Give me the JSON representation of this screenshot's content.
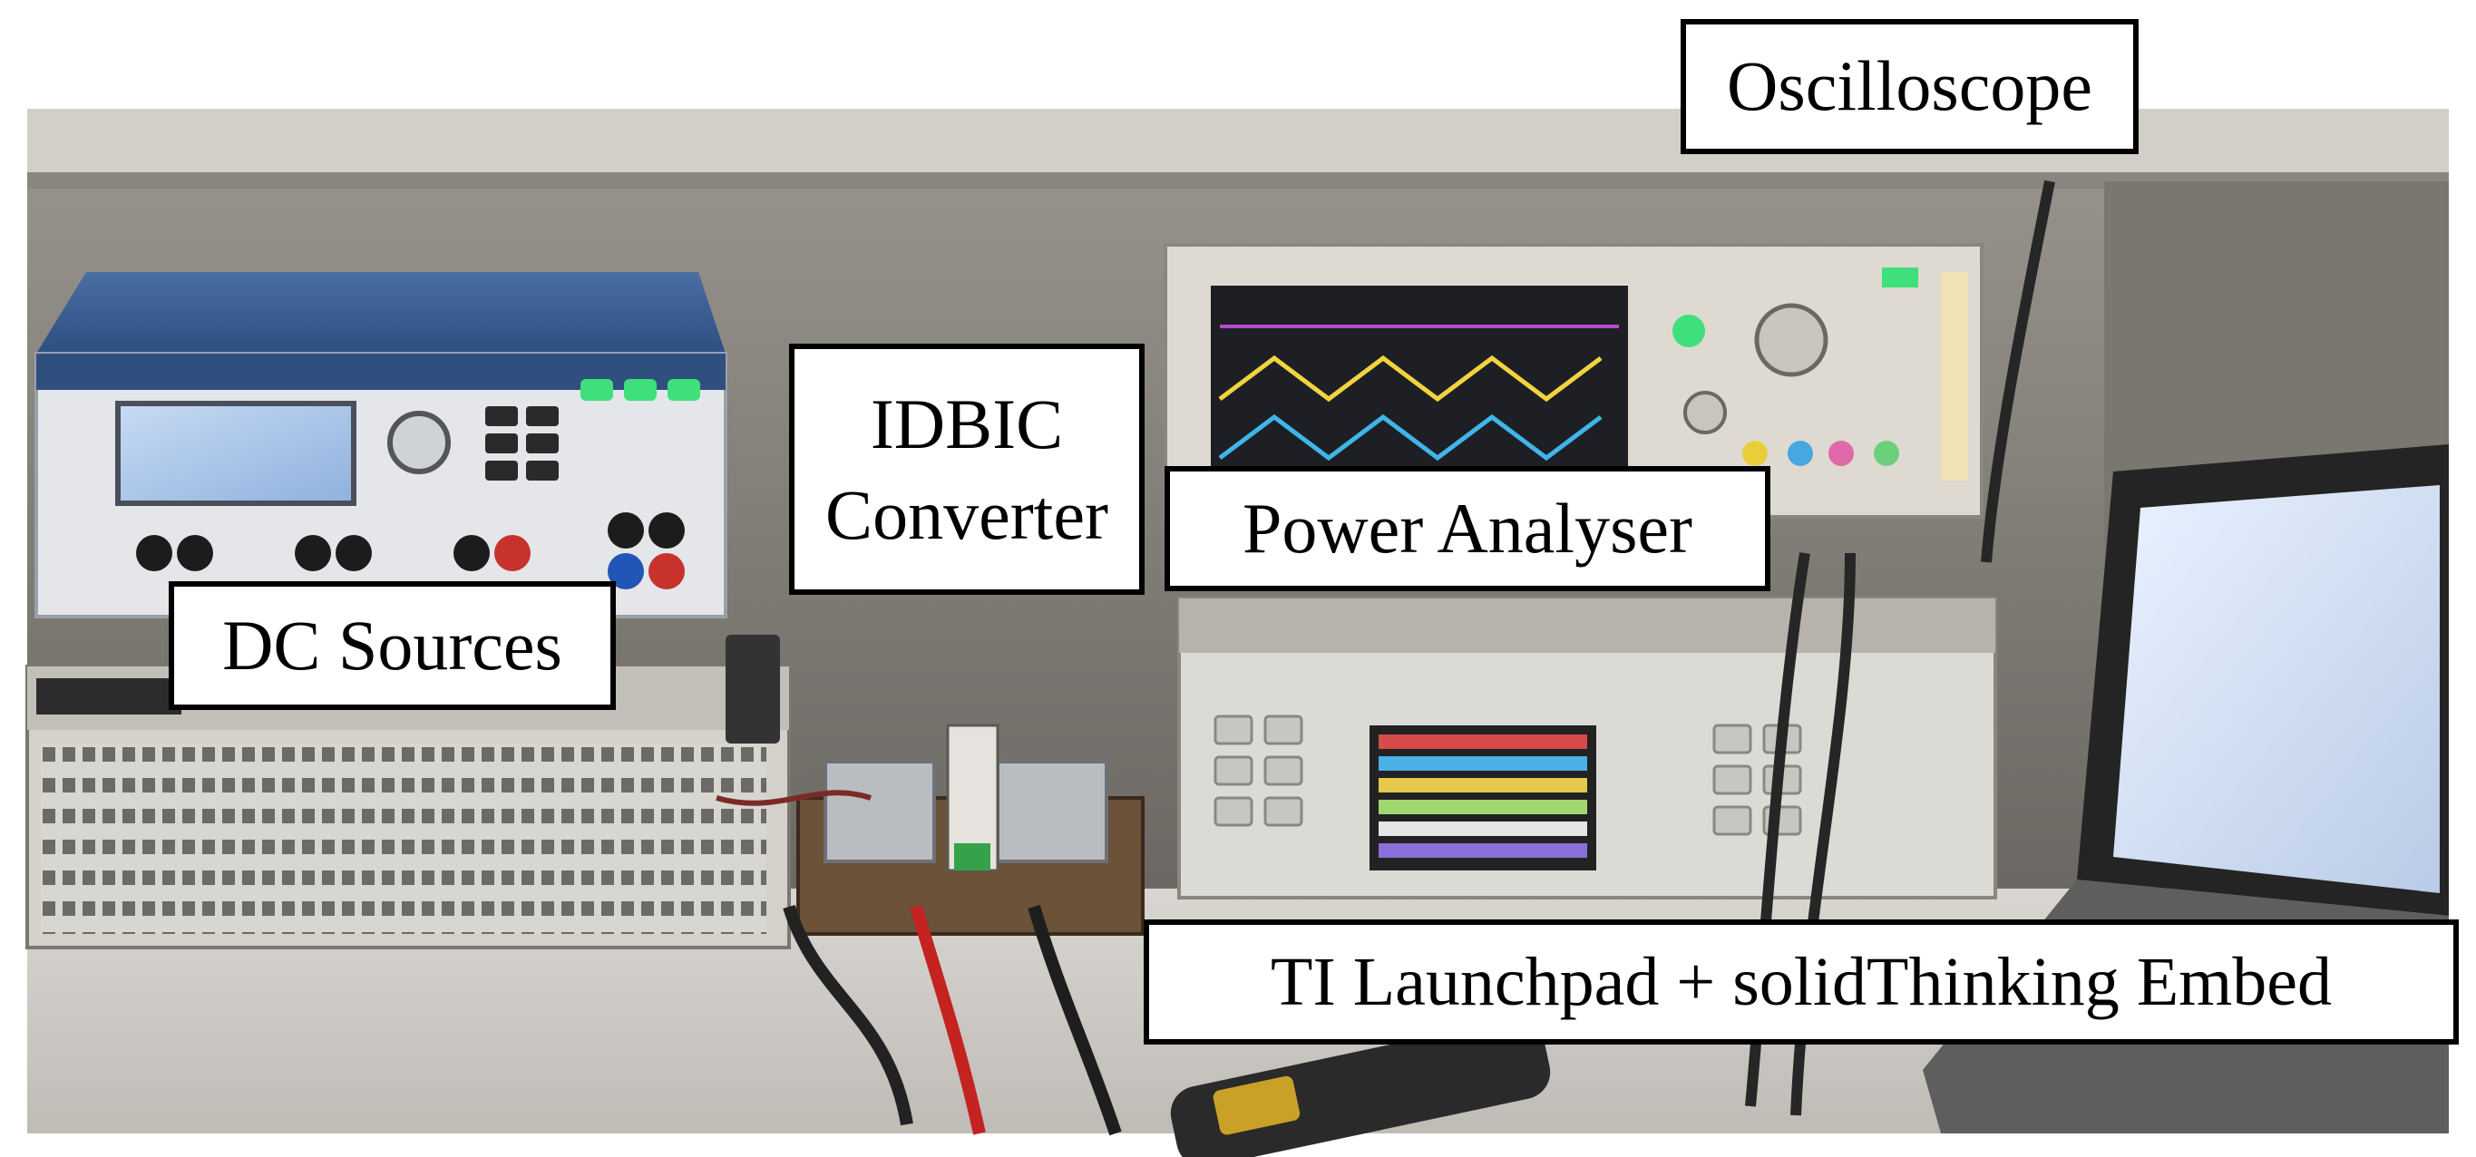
{
  "labels": {
    "oscilloscope": "Oscilloscope",
    "idbic_line1": "IDBIC",
    "idbic_line2": "Converter",
    "power_analyser": "Power Analyser",
    "dc_sources": "DC Sources",
    "ti_launchpad": "TI Launchpad + solidThinking Embed"
  },
  "colors": {
    "label_border": "#000000",
    "label_background": "#ffffff",
    "background": "#ffffff"
  }
}
